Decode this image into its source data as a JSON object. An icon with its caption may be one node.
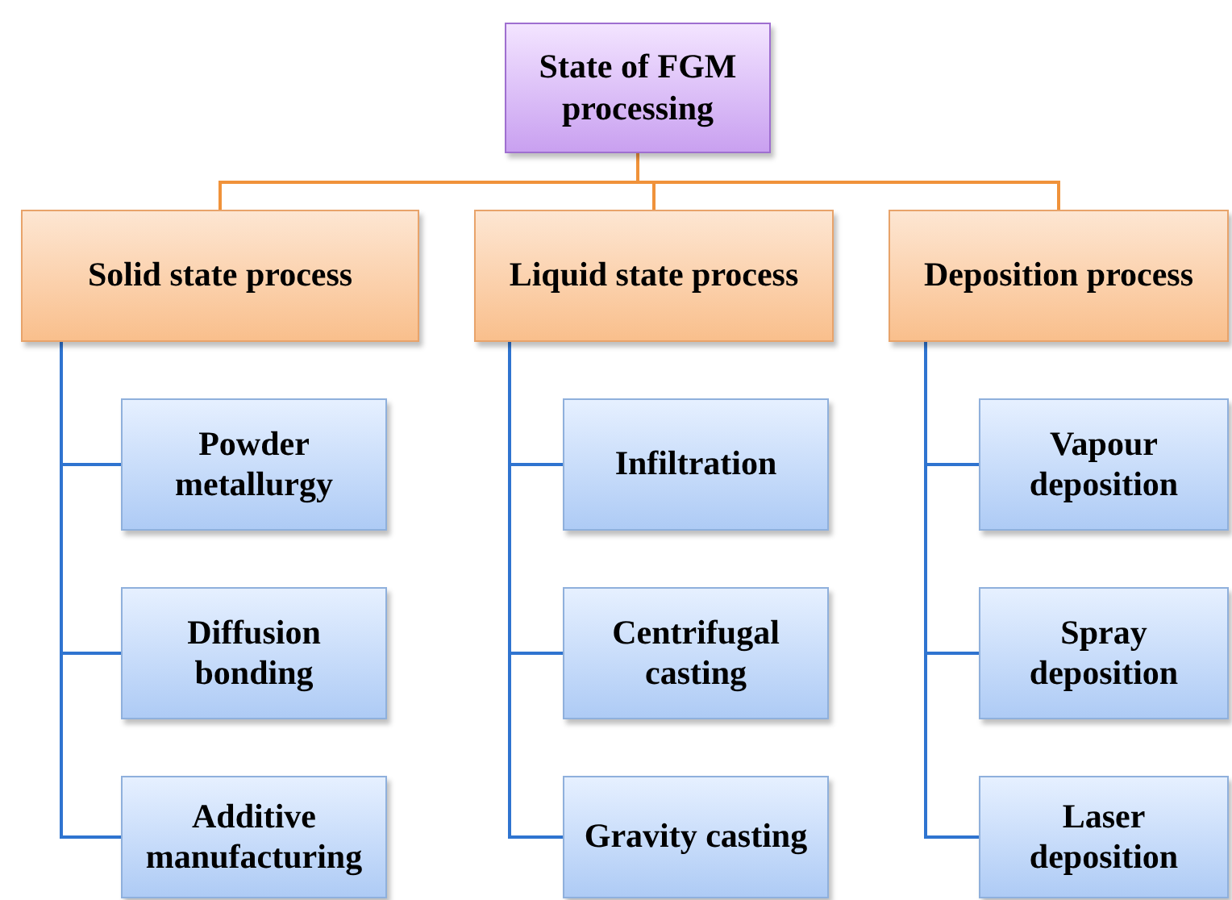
{
  "diagram": {
    "nodes": [
      {
        "text": [
          "State of FGM processing"
        ]
      },
      {
        "text": [
          "Solid state process"
        ]
      },
      {
        "text": [
          "Liquid state process"
        ]
      },
      {
        "text": [
          "Deposition process"
        ]
      },
      {
        "text": [
          "Powder metallurgy"
        ]
      },
      {
        "text": [
          "Diffusion bonding"
        ]
      },
      {
        "text": [
          "Additive manufacturing"
        ]
      },
      {
        "text": [
          "Infiltration"
        ]
      },
      {
        "text": [
          "Centrifugal casting"
        ]
      },
      {
        "text": [
          "Gravity casting"
        ]
      },
      {
        "text": [
          "Vapour deposition"
        ]
      },
      {
        "text": [
          "Spray deposition"
        ]
      },
      {
        "text": [
          "Laser deposition"
        ]
      }
    ],
    "edges": [
      {
        "from": 0,
        "to": 1,
        "arrow": "none",
        "color": "#f0923a"
      },
      {
        "from": 0,
        "to": 2,
        "arrow": "none",
        "color": "#f0923a"
      },
      {
        "from": 0,
        "to": 3,
        "arrow": "none",
        "color": "#f0923a"
      },
      {
        "from": 1,
        "to": 4,
        "arrow": "none"
      },
      {
        "from": 1,
        "to": 5,
        "arrow": "none"
      },
      {
        "from": 1,
        "to": 6,
        "arrow": "none"
      },
      {
        "from": 2,
        "to": 7,
        "arrow": "none"
      },
      {
        "from": 2,
        "to": 8,
        "arrow": "none"
      },
      {
        "from": 2,
        "to": 9,
        "arrow": "none"
      },
      {
        "from": 3,
        "to": 10,
        "arrow": "none"
      },
      {
        "from": 3,
        "to": 11,
        "arrow": "none"
      },
      {
        "from": 3,
        "to": 12,
        "arrow": "none"
      }
    ]
  }
}
